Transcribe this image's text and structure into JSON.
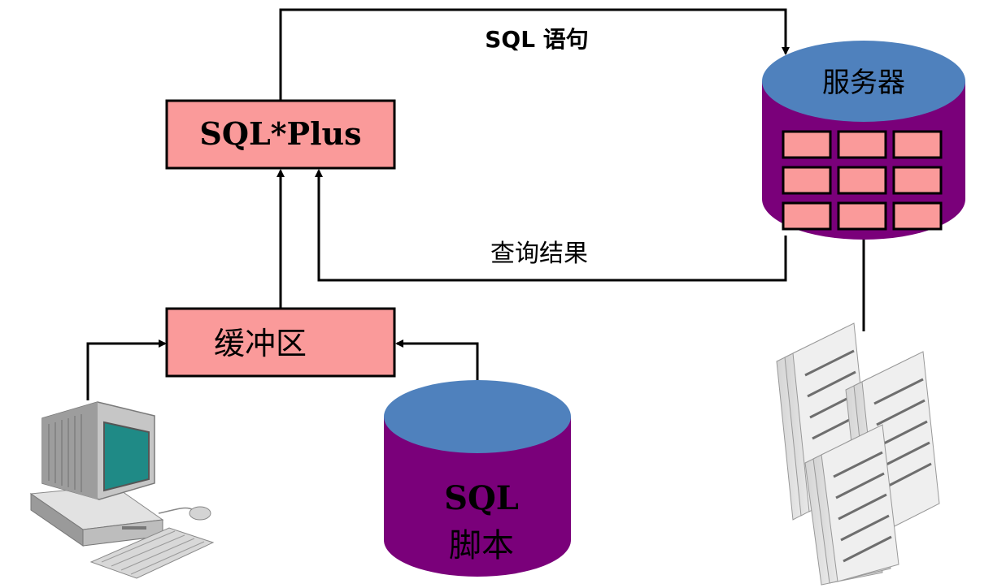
{
  "diagram": {
    "sqlplus_label": "SQL*Plus",
    "buffer_label": "缓冲区",
    "server_label": "服务器",
    "script_line1": "SQL",
    "script_line2": "脚本",
    "sql_statement_label": "SQL 语句",
    "query_result_label": "查询结果"
  },
  "colors": {
    "box_fill": "#fa9a9a",
    "cylinder_body": "#7a007a",
    "cylinder_top": "#4f81bd",
    "monitor_screen": "#1f8a86"
  }
}
